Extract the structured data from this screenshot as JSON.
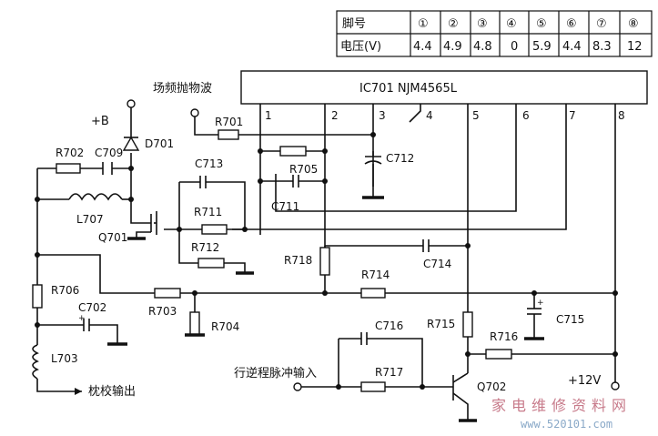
{
  "pin_table": {
    "row_header_pin": "脚号",
    "row_header_voltage": "电压(V)",
    "pins": [
      "①",
      "②",
      "③",
      "④",
      "⑤",
      "⑥",
      "⑦",
      "⑧"
    ],
    "voltages": [
      "4.4",
      "4.9",
      "4.8",
      "0",
      "5.9",
      "4.4",
      "8.3",
      "12"
    ]
  },
  "ic": {
    "label": "IC701  NJM4565L",
    "pins": [
      "1",
      "2",
      "3",
      "4",
      "5",
      "6",
      "7",
      "8"
    ]
  },
  "labels": {
    "field_sawtooth": "场频抛物波",
    "supply_b": "+B",
    "line_pulse_input": "行逆程脉冲输入",
    "pincushion_output": "枕校输出",
    "supply_12v": "+12V"
  },
  "components": {
    "R701": "R701",
    "R702": "R702",
    "R703": "R703",
    "R704": "R704",
    "R705": "R705",
    "R706": "R706",
    "R711": "R711",
    "R712": "R712",
    "R714": "R714",
    "R715": "R715",
    "R716": "R716",
    "R717": "R717",
    "R718": "R718",
    "C702": "C702",
    "C709": "C709",
    "C711": "C711",
    "C712": "C712",
    "C713": "C713",
    "C714": "C714",
    "C715": "C715",
    "C716": "C716",
    "D701": "D701",
    "L703": "L703",
    "L707": "L707",
    "Q701": "Q701",
    "Q702": "Q702"
  },
  "watermark": {
    "site_name": "家电维修资料网",
    "site_url": "www.520101.com"
  }
}
